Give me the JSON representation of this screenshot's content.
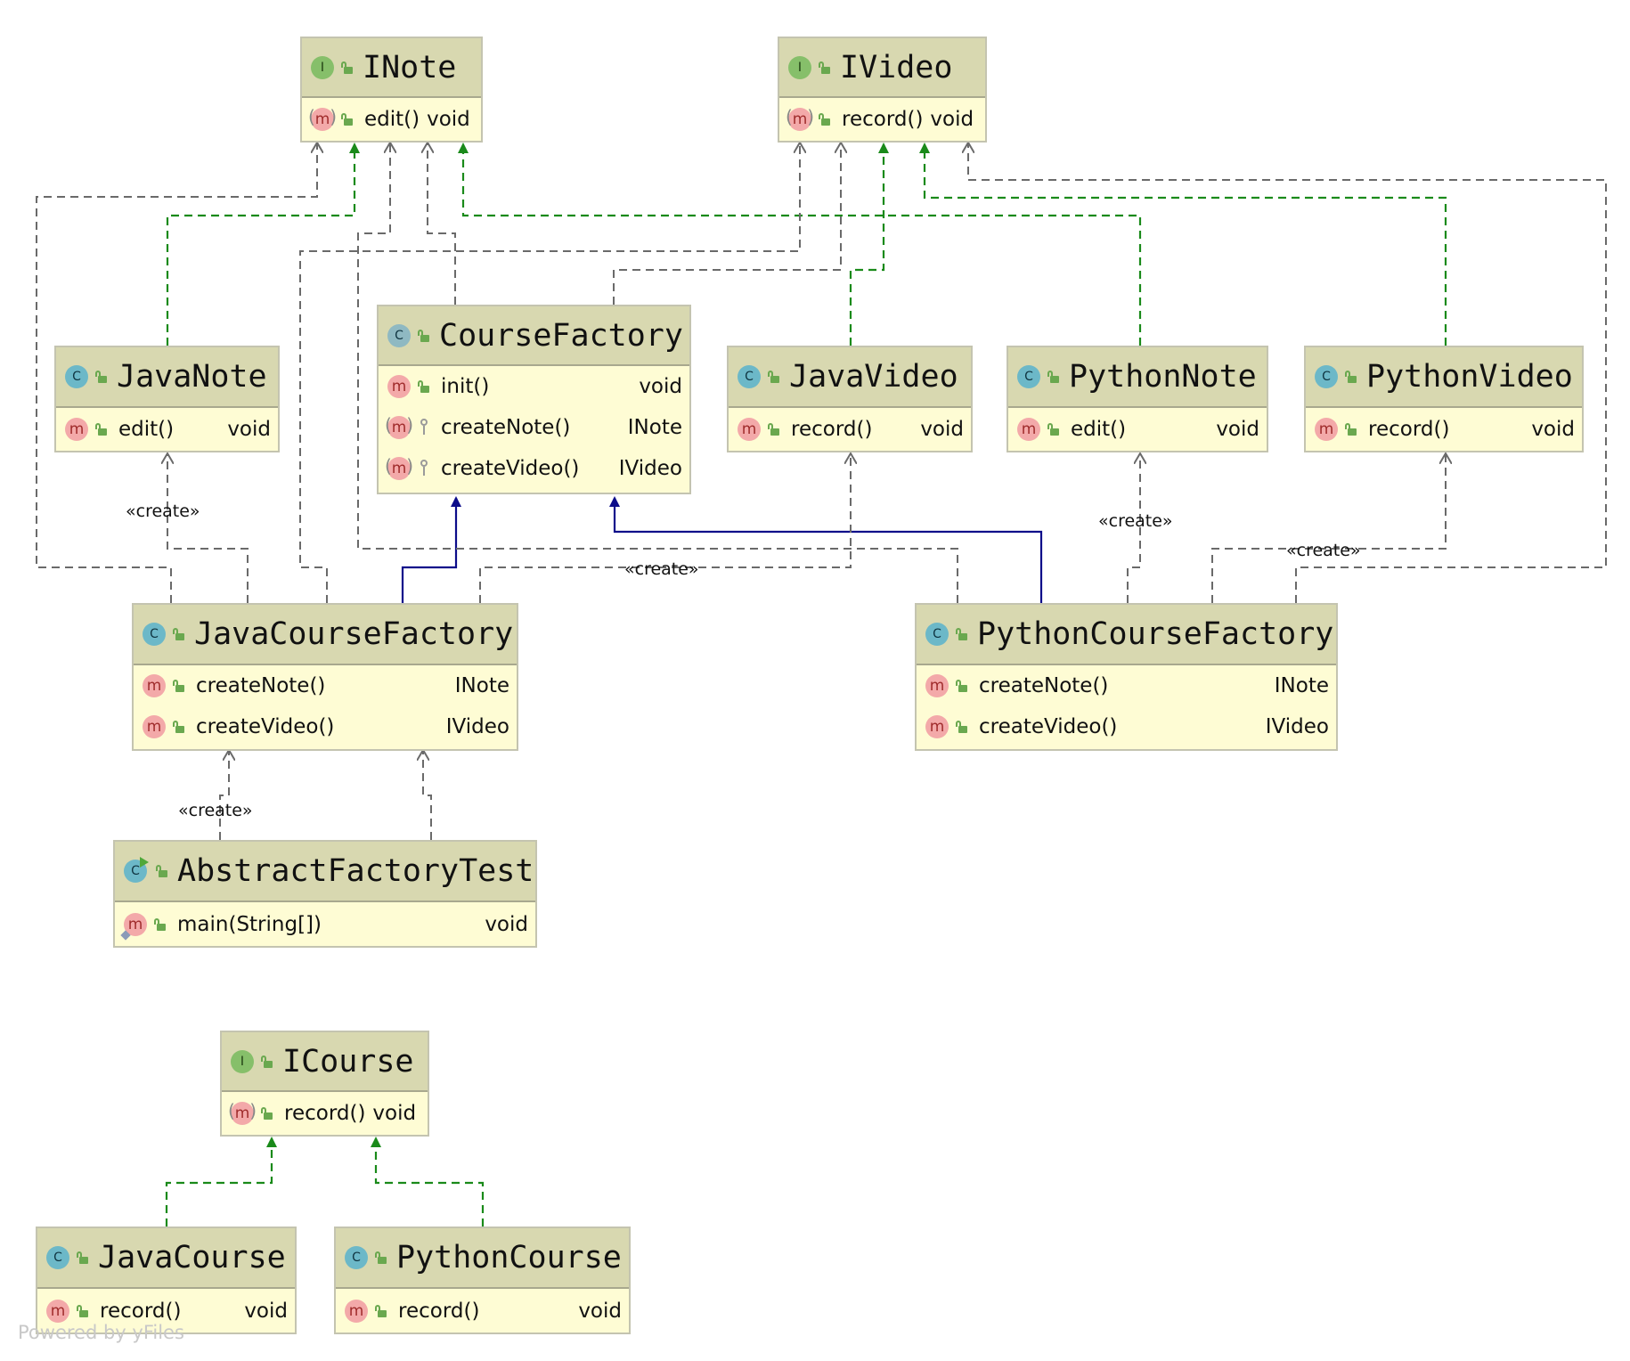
{
  "nodes": {
    "inote": {
      "title": "INote",
      "kind": "interface",
      "kind_letter": "I",
      "members": [
        {
          "name": "edit()",
          "type": "void"
        }
      ]
    },
    "ivideo": {
      "title": "IVideo",
      "kind": "interface",
      "kind_letter": "I",
      "members": [
        {
          "name": "record()",
          "type": "void"
        }
      ]
    },
    "coursefactory": {
      "title": "CourseFactory",
      "kind": "abstract-class",
      "kind_letter": "C",
      "members": [
        {
          "name": "init()",
          "type": "void"
        },
        {
          "name": "createNote()",
          "type": "INote"
        },
        {
          "name": "createVideo()",
          "type": "IVideo"
        }
      ]
    },
    "javanote": {
      "title": "JavaNote",
      "kind": "class",
      "kind_letter": "C",
      "members": [
        {
          "name": "edit()",
          "type": "void"
        }
      ]
    },
    "javavideo": {
      "title": "JavaVideo",
      "kind": "class",
      "kind_letter": "C",
      "members": [
        {
          "name": "record()",
          "type": "void"
        }
      ]
    },
    "pythonnote": {
      "title": "PythonNote",
      "kind": "class",
      "kind_letter": "C",
      "members": [
        {
          "name": "edit()",
          "type": "void"
        }
      ]
    },
    "pythonvideo": {
      "title": "PythonVideo",
      "kind": "class",
      "kind_letter": "C",
      "members": [
        {
          "name": "record()",
          "type": "void"
        }
      ]
    },
    "javacoursefactory": {
      "title": "JavaCourseFactory",
      "kind": "class",
      "kind_letter": "C",
      "members": [
        {
          "name": "createNote()",
          "type": "INote"
        },
        {
          "name": "createVideo()",
          "type": "IVideo"
        }
      ]
    },
    "pythoncoursefactory": {
      "title": "PythonCourseFactory",
      "kind": "class",
      "kind_letter": "C",
      "members": [
        {
          "name": "createNote()",
          "type": "INote"
        },
        {
          "name": "createVideo()",
          "type": "IVideo"
        }
      ]
    },
    "abstractfactorytest": {
      "title": "AbstractFactoryTest",
      "kind": "class",
      "kind_letter": "C",
      "members": [
        {
          "name": "main(String[])",
          "type": "void"
        }
      ]
    },
    "icourse": {
      "title": "ICourse",
      "kind": "interface",
      "kind_letter": "I",
      "members": [
        {
          "name": "record()",
          "type": "void"
        }
      ]
    },
    "javacourse": {
      "title": "JavaCourse",
      "kind": "class",
      "kind_letter": "C",
      "members": [
        {
          "name": "record()",
          "type": "void"
        }
      ]
    },
    "pythoncourse": {
      "title": "PythonCourse",
      "kind": "class",
      "kind_letter": "C",
      "members": [
        {
          "name": "record()",
          "type": "void"
        }
      ]
    }
  },
  "member_icon_letter": "m",
  "labels": {
    "create_javanote": "«create»",
    "create_javavideo": "«create»",
    "create_pythonnote": "«create»",
    "create_pythonvideo": "«create»",
    "create_javacoursefactory": "«create»"
  },
  "edge_kinds": {
    "realization": "dashed line, filled green triangle",
    "inheritance": "solid line, filled navy triangle",
    "dependency": "dashed line, open arrow"
  },
  "colors": {
    "node_fill": "#fefcd4",
    "header_fill": "#d8d8b0",
    "realization": "#1a8a1a",
    "inheritance": "#0c0c8a",
    "dependency": "#707070"
  },
  "watermark": "Powered by yFiles"
}
